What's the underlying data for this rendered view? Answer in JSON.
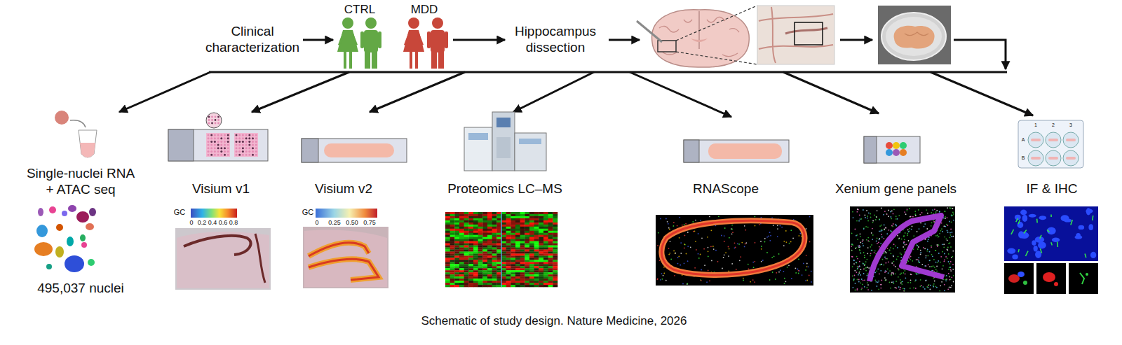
{
  "diagram": {
    "caption": "Schematic of study design. Nature Medicine, 2026",
    "nodes": [
      {
        "text": [
          "Clinical characterization"
        ]
      },
      {
        "text": [
          "CTRL"
        ]
      },
      {
        "text": [
          "MDD"
        ]
      },
      {
        "text": [
          "Hippocampus dissection"
        ]
      },
      {
        "text": [
          "Single-nuclei RNA + ATAC seq",
          "495,037 nuclei"
        ]
      },
      {
        "text": [
          "Visium v1"
        ]
      },
      {
        "text": [
          "Visium v2"
        ]
      },
      {
        "text": [
          "Proteomics LC–MS"
        ]
      },
      {
        "text": [
          "RNAScope"
        ]
      },
      {
        "text": [
          "Xenium gene panels"
        ]
      },
      {
        "text": [
          "IF & IHC"
        ]
      }
    ],
    "edges": [
      {
        "from": 0,
        "to": 1,
        "arrow": "to"
      },
      {
        "from": 2,
        "to": 3,
        "arrow": "to"
      }
    ],
    "labels": [
      "GC",
      "0",
      "0.2",
      "0.4",
      "0.6",
      "0.8",
      "GC",
      "0",
      "0.25",
      "0.50",
      "0.75",
      "1",
      "2",
      "3",
      "A",
      "B"
    ]
  }
}
